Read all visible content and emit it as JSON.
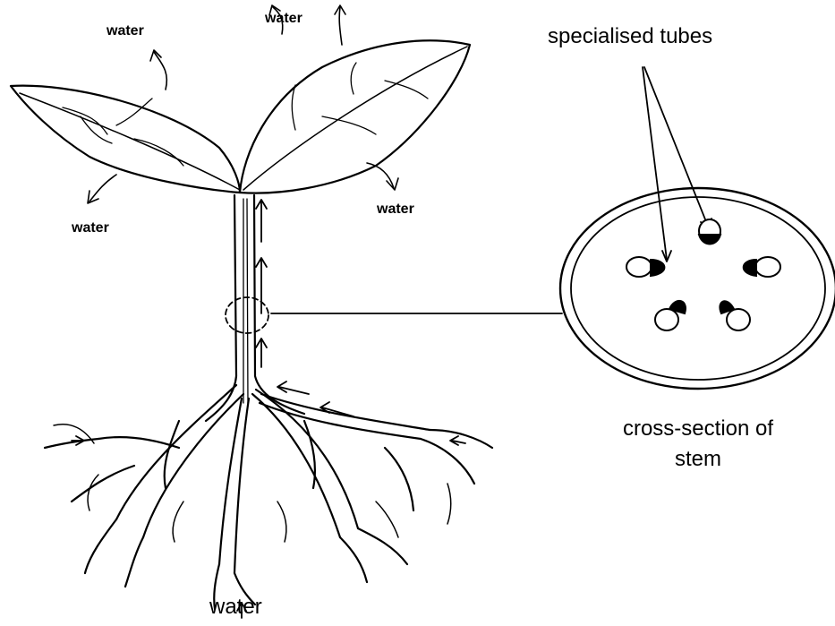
{
  "labels": {
    "water_top_left": "water",
    "water_top_center": "water",
    "water_left_leaf": "water",
    "water_right_leaf": "water",
    "water_bottom": "water",
    "specialised_tubes": "specialised tubes",
    "cross_section_line1": "cross-section of",
    "cross_section_line2": "stem"
  },
  "colors": {
    "ink": "#000000",
    "background": "#ffffff",
    "tube_fill": "#000000"
  }
}
